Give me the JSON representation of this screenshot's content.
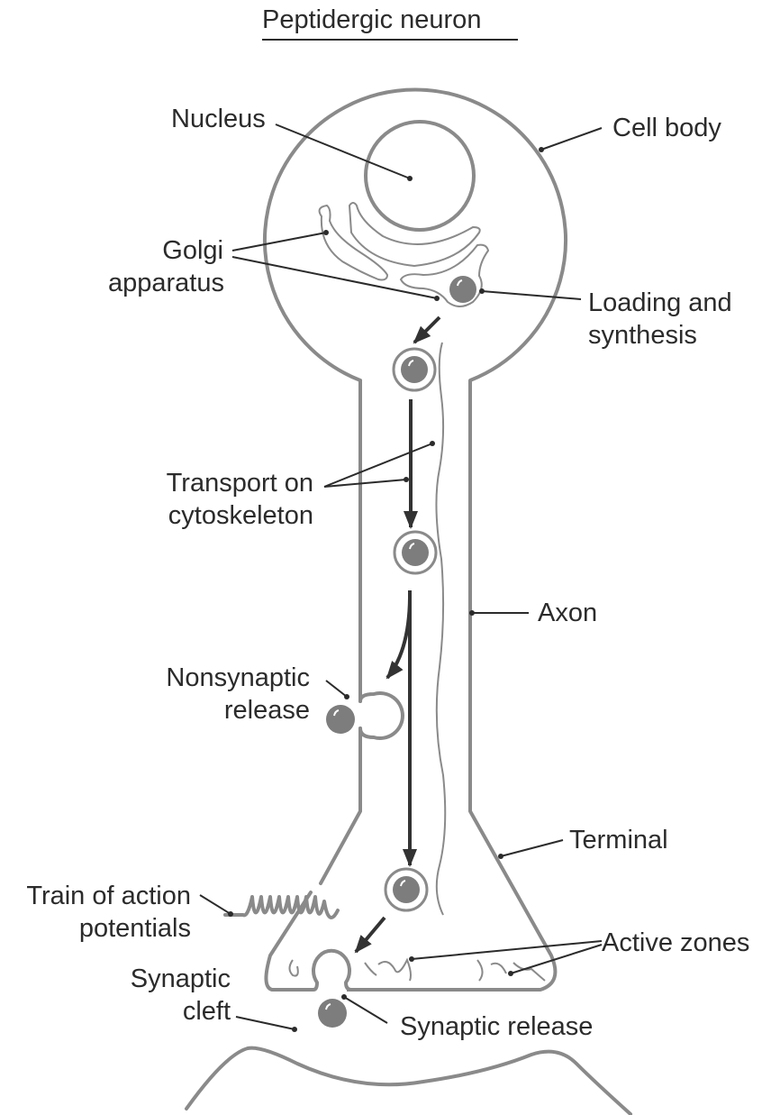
{
  "title": "Peptidergic neuron",
  "labels": {
    "nucleus": "Nucleus",
    "cell_body": "Cell body",
    "golgi": [
      "Golgi",
      "apparatus"
    ],
    "loading": [
      "Loading and",
      "synthesis"
    ],
    "transport": [
      "Transport on",
      "cytoskeleton"
    ],
    "axon": "Axon",
    "nonsynaptic": [
      "Nonsynaptic",
      "release"
    ],
    "terminal": "Terminal",
    "train": [
      "Train of action",
      "potentials"
    ],
    "active_zones": "Active zones",
    "cleft": [
      "Synaptic",
      "cleft"
    ],
    "synaptic_release": "Synaptic release"
  },
  "colors": {
    "membrane": "#8a8a8a",
    "vesicle": "#7d7d7d",
    "arrow": "#333333",
    "text": "#2b2b2b"
  }
}
